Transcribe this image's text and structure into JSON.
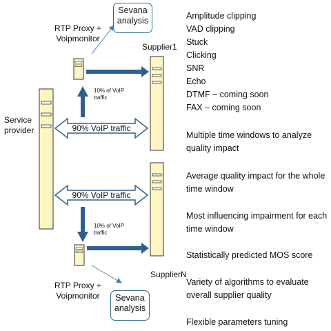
{
  "labels": {
    "proxy_top": [
      "RTP Proxy +",
      "Voipmonitor"
    ],
    "proxy_bottom": [
      "RTP Proxy +",
      "Voipmonitor"
    ],
    "analysis_top": [
      "Sevana",
      "analysis"
    ],
    "analysis_bottom": [
      "Sevana",
      "analysis"
    ],
    "supplier1": "Supplier1",
    "supplierN": "SupplierN",
    "service_provider": [
      "Service",
      "provider"
    ],
    "traffic_top": "90% VoIP traffic",
    "traffic_bottom": "90% VoIP traffic",
    "tap_top": [
      "10% of VoIP",
      "traffic"
    ],
    "tap_bottom": [
      "10% of VoIP",
      "traffic"
    ]
  },
  "features": {
    "impairments": [
      "Amplitude clipping",
      "VAD clipping",
      "Stuck",
      "Clicking",
      "SNR",
      "Echo",
      "DTMF – coming soon",
      "FAX – coming soon"
    ],
    "time_windows": [
      "Multiple time windows to analyze",
      "quality impact"
    ],
    "average": [
      "Average quality impact for the whole",
      "time window"
    ],
    "most_influencing": [
      "Most influencing impairment for each",
      "time window"
    ],
    "mos": "Statistically predicted MOS score",
    "algorithms": [
      "Variety of algorithms to evaluate",
      "overall supplier quality"
    ],
    "tuning": "Flexible parameters tuning"
  },
  "colors": {
    "server_fill": "#fdf6c3",
    "server_stroke": "#333333",
    "arrow_blue": "#2f5f91",
    "arrow_outline": "#2f5f91",
    "box_stroke": "#2e6a8e"
  }
}
